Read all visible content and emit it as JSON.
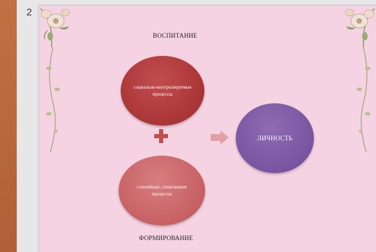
{
  "slide_number": "2",
  "diagram": {
    "top_label": "ВОСПИТАНИЕ",
    "bottom_label": "ФОРМИРОВАНИЕ",
    "top_circle_text": "социально-контролируемые процессы",
    "bottom_circle_text": "стихийные, спонтанные процессы",
    "result_circle_text": "ЛИЧНОСТЬ"
  },
  "colors": {
    "slide_background": "#f5d3e3",
    "top_circle": "#a93537",
    "bottom_circle": "#c76063",
    "result_circle": "#7954a0",
    "plus": "#c0504d",
    "arrow": "#e0a0a6"
  }
}
